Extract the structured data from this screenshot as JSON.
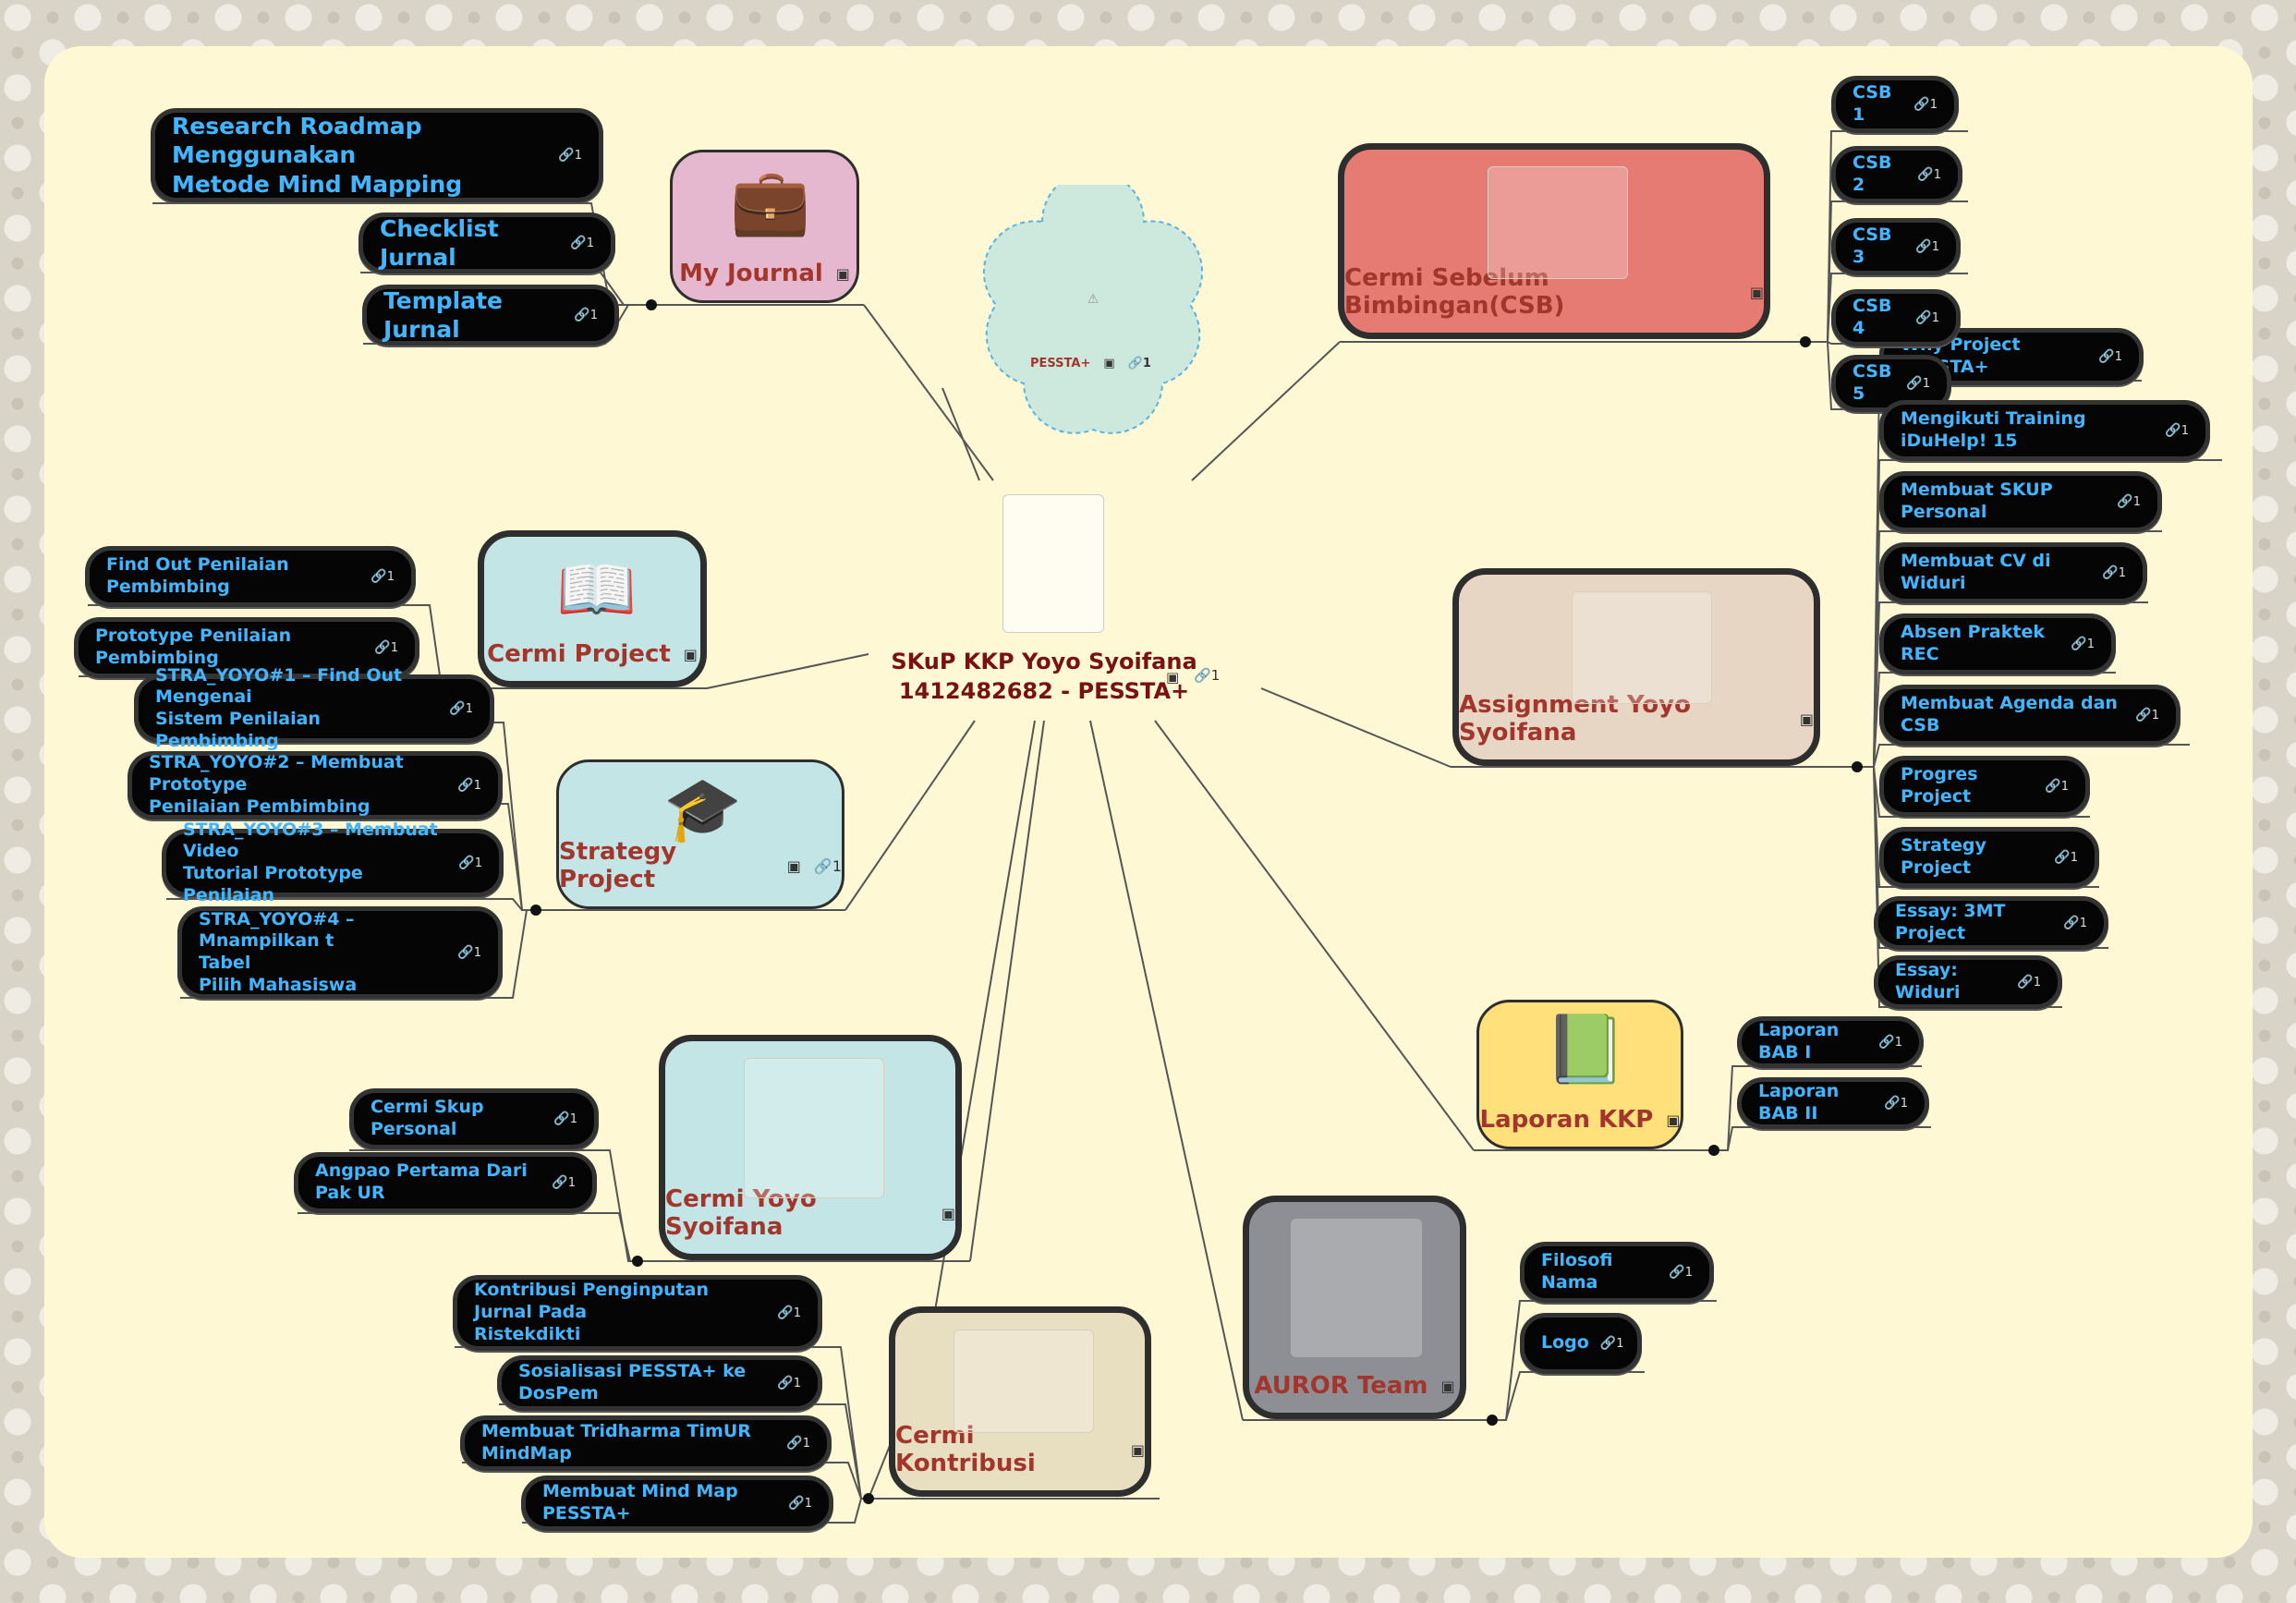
{
  "center": {
    "line1": "SKuP KKP Yoyo Syoifana",
    "line2": "1412482682 - PESSTA+",
    "badge": "1",
    "image_icon": "image-icon",
    "link_icon": "link-icon"
  },
  "cloud": {
    "label": "PESSTA+",
    "badge": "1"
  },
  "topics": {
    "my_journal": "My Journal",
    "cermi_project": "Cermi Project",
    "strategy_project": "Strategy Project",
    "strategy_badge": "1",
    "cermi_yoyo": "Cermi Yoyo Syoifana",
    "cermi_kontribusi": "Cermi Kontribusi",
    "csb": "Cermi Sebelum Bimbingan(CSB)",
    "assignment": "Assignment Yoyo Syoifana",
    "laporan": "Laporan KKP",
    "auror": "AUROR Team"
  },
  "my_journal_items": [
    {
      "text": "Research Roadmap Menggunakan\nMetode Mind Mapping",
      "badge": "1"
    },
    {
      "text": "Checklist Jurnal",
      "badge": "1"
    },
    {
      "text": "Template Jurnal",
      "badge": "1"
    }
  ],
  "cermi_project_items": [
    {
      "text": "Find Out Penilaian Pembimbing",
      "badge": "1"
    },
    {
      "text": "Prototype Penilaian Pembimbing",
      "badge": "1"
    }
  ],
  "strategy_items": [
    {
      "text": "STRA_YOYO#1 – Find Out Mengenai\nSistem Penilaian Pembimbing",
      "badge": "1"
    },
    {
      "text": "STRA_YOYO#2 – Membuat Prototype\nPenilaian Pembimbing",
      "badge": "1"
    },
    {
      "text": "STRA_YOYO#3 – Membuat Video\nTutorial Prototype Penilaian",
      "badge": "1"
    },
    {
      "text": "STRA_YOYO#4 – Mnampilkan t\nTabel\nPilih Mahasiswa",
      "badge": "1"
    }
  ],
  "cermi_yoyo_items": [
    {
      "text": "Cermi Skup Personal",
      "badge": "1"
    },
    {
      "text": "Angpao Pertama Dari Pak UR",
      "badge": "1"
    }
  ],
  "kontribusi_items": [
    {
      "text": "Kontribusi Penginputan Jurnal Pada\nRistekdikti",
      "badge": "1"
    },
    {
      "text": "Sosialisasi PESSTA+ ke DosPem",
      "badge": "1"
    },
    {
      "text": "Membuat Tridharma TimUR MindMap",
      "badge": "1"
    },
    {
      "text": "Membuat Mind Map PESSTA+",
      "badge": "1"
    }
  ],
  "csb_items": [
    {
      "text": "CSB 1",
      "badge": "1"
    },
    {
      "text": "CSB  2",
      "badge": "1"
    },
    {
      "text": "CSB 3",
      "badge": "1"
    },
    {
      "text": "CSB 4",
      "badge": "1"
    },
    {
      "text": "CSB 5",
      "badge": "1"
    }
  ],
  "assignment_items": [
    {
      "text": "Why Project PESSTA+",
      "badge": "1"
    },
    {
      "text": "Mengikuti Training iDuHelp! 15",
      "badge": "1"
    },
    {
      "text": "Membuat SKUP Personal",
      "badge": "1"
    },
    {
      "text": "Membuat CV di Widuri",
      "badge": "1"
    },
    {
      "text": "Absen Praktek REC",
      "badge": "1"
    },
    {
      "text": "Membuat Agenda dan CSB",
      "badge": "1"
    },
    {
      "text": "Progres Project",
      "badge": "1"
    },
    {
      "text": "Strategy Project",
      "badge": "1"
    },
    {
      "text": "Essay: 3MT Project",
      "badge": "1"
    },
    {
      "text": "Essay: Widuri",
      "badge": "1"
    }
  ],
  "laporan_items": [
    {
      "text": "Laporan BAB I",
      "badge": "1"
    },
    {
      "text": "Laporan BAB II",
      "badge": "1"
    }
  ],
  "auror_items": [
    {
      "text": "Filosofi Nama",
      "badge": "1"
    },
    {
      "text": "Logo",
      "badge": "1"
    }
  ],
  "colors": {
    "pill_bg": "#050505",
    "pill_text": "#41b6ff",
    "topic_text": "#a3362c",
    "center_text": "#7a1111",
    "my_journal_bg": "#e6b8cf",
    "project_bg": "#c3e5e5",
    "csb_bg": "#e67b73",
    "assignment_bg": "#e6d6c3",
    "laporan_bg": "#ffe07a",
    "auror_bg": "#8e8f94",
    "kontribusi_bg": "#e8dec0",
    "cloud_bg": "#cde8dc"
  }
}
